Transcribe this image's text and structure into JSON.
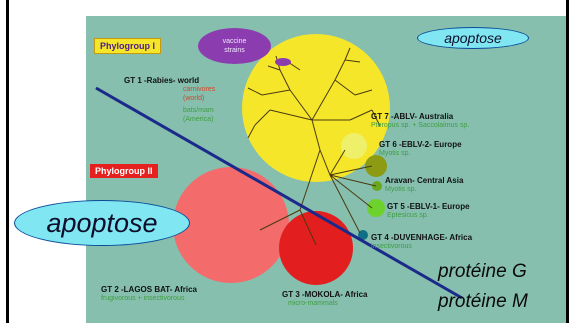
{
  "phylogroup_labels": {
    "group1": "Phylogroup I",
    "group2": "Phylogroup II"
  },
  "vaccine": {
    "line1": "vaccine",
    "line2": "strains"
  },
  "genotypes": {
    "gt1": {
      "title": "GT 1 -Rabies- world",
      "host1": "carnivores",
      "host1b": "(world)",
      "host2": "bats/mam",
      "host2b": "(America)"
    },
    "gt7": {
      "title": "GT 7 -ABLV- Australia",
      "host": "Pteropus sp. + Saccolaimus sp."
    },
    "gt6": {
      "title": "GT 6 -EBLV-2- Europe",
      "host": "Myotis sp."
    },
    "aravan": {
      "title": "Aravan- Central Asia",
      "host": "Myotis sp."
    },
    "gt5": {
      "title": "GT 5 -EBLV-1- Europe",
      "host": "Eptesicus sp."
    },
    "gt4": {
      "title": "GT 4 -DUVENHAGE- Africa",
      "host": "insectivorous"
    },
    "gt2": {
      "title": "GT 2 -LAGOS BAT- Africa",
      "host": "frugivorous + insectivorous"
    },
    "gt3": {
      "title": "GT 3 -MOKOLA- Africa",
      "host": "micro-mammals"
    }
  },
  "annotations": {
    "apoptose_small": "apoptose",
    "apoptose_big": "apoptose",
    "protein_g": "protéine G",
    "protein_m": "protéine M"
  },
  "colors": {
    "panel_bg": "#86bfae",
    "phylogroup1": "#f5e62a",
    "phylogroup2_lagos": "#f36b6b",
    "mokola": "#e21e1e",
    "divider_line": "#1b2a8a",
    "apoptose_bubble": "#7fe6f2"
  }
}
